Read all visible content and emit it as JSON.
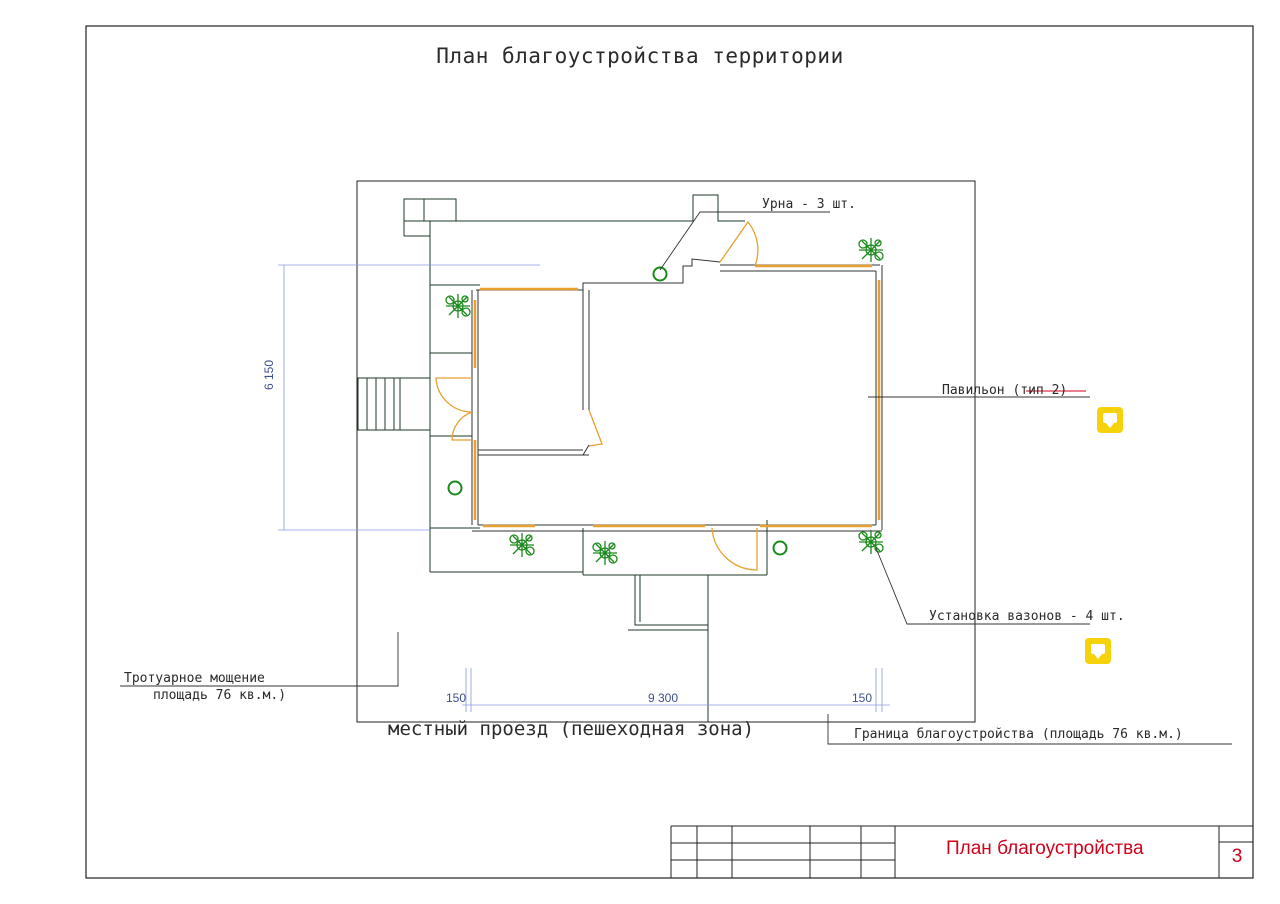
{
  "drawing": {
    "title": "План благоустройства территории",
    "road_label": "местный проезд (пешеходная зона)",
    "labels": {
      "urn": "Урна - 3 шт.",
      "pavilion": "Павильон (тип 2)",
      "planters": "Установка вазонов - 4 шт.",
      "paving_line1": "Тротуарное мощение",
      "paving_line2": "площадь 76 кв.м.)",
      "boundary": "Граница благоустройства (площадь 76 кв.м.)"
    },
    "dimensions": {
      "height": "6 150",
      "left_offset": "150",
      "width": "9 300",
      "right_offset": "150"
    },
    "colors": {
      "line": "#1f2f1f",
      "wall": "#e8a030",
      "dim": "#6a7ad0",
      "plant": "#1a8a1a",
      "stamp": "#d0021b",
      "icon": "#f5d20a"
    }
  },
  "title_block": {
    "sheet_title": "План благоустройства",
    "sheet_number": "3"
  },
  "icons": [
    "chat-icon",
    "chat-icon"
  ]
}
